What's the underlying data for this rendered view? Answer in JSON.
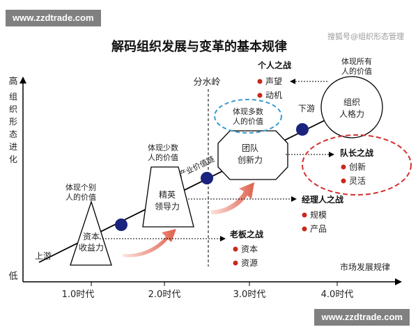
{
  "watermarks": {
    "top_left": "www.zzdtrade.com",
    "bottom_right": "www.zzdtrade.com",
    "sohu": "搜狐号@组织形态管理"
  },
  "title": "解码组织发展与变革的基本规律",
  "axes": {
    "y_high": "高",
    "y_label_chars": [
      "组",
      "织",
      "形",
      "态",
      "进",
      "化"
    ],
    "y_low": "低",
    "x_label": "市场发展规律",
    "eras": [
      "1.0时代",
      "2.0时代",
      "3.0时代",
      "4.0时代"
    ]
  },
  "divide_label": "分水岭",
  "chain": {
    "upstream": "上游",
    "downstream": "下游",
    "value_chain": "产业价值链"
  },
  "stages": {
    "s1": {
      "lines": [
        "资本",
        "收益力"
      ],
      "value_lines": [
        "体现个别",
        "人的价值"
      ]
    },
    "s2": {
      "lines": [
        "精英",
        "领导力"
      ],
      "value_lines": [
        "体现少数",
        "人的价值"
      ]
    },
    "s3": {
      "lines": [
        "团队",
        "创新力"
      ],
      "value_lines": [
        "体现多数",
        "人的价值"
      ]
    },
    "s4": {
      "lines": [
        "组织",
        "人格力"
      ],
      "value_lines": [
        "体现所有",
        "人的价值"
      ]
    }
  },
  "battles": {
    "boss": {
      "title": "老板之战",
      "items": [
        "资本",
        "资源"
      ]
    },
    "manager": {
      "title": "经理人之战",
      "items": [
        "规模",
        "产品"
      ]
    },
    "captain": {
      "title": "队长之战",
      "items": [
        "创新",
        "灵活"
      ]
    },
    "personal": {
      "title": "个人之战",
      "items": [
        "声望",
        "动机"
      ]
    }
  },
  "colors": {
    "bullet": "#c8281e",
    "node": "#1a237e",
    "oval_blue": "#3b9bd1",
    "oval_red": "#d32f2f",
    "arrow_grad_start": "#fbe3dc",
    "arrow_grad_end": "#e0604c"
  }
}
